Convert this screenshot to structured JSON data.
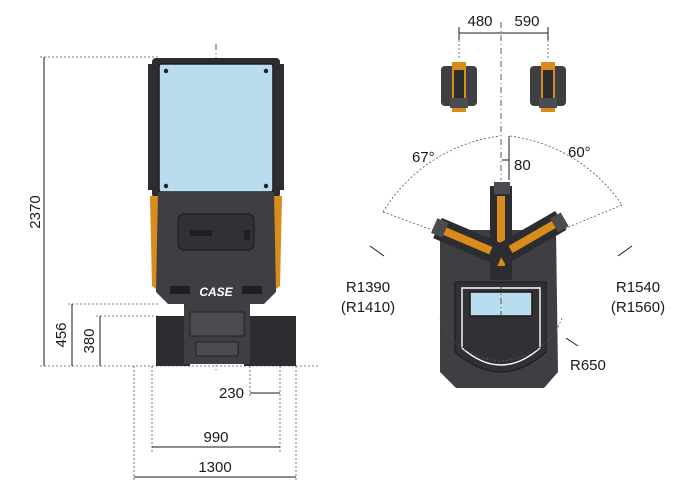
{
  "front_view": {
    "brand": "CASE",
    "dim_overall_height": "2370",
    "dim_track_height_outer": "456",
    "dim_track_height_inner": "380",
    "dim_track_width": "230",
    "dim_track_gauge": "990",
    "dim_overall_width": "1300"
  },
  "top_view": {
    "dim_offset_left": "480",
    "dim_offset_right": "590",
    "dim_boom_offset": "80",
    "angle_left": "67°",
    "angle_right": "60°",
    "radius_left": "R1390",
    "radius_left_alt": "(R1410)",
    "radius_right": "R1540",
    "radius_right_alt": "(R1560)",
    "radius_tail": "R650"
  },
  "colors": {
    "body": "#3d3f42",
    "accent_orange": "#d98b1c",
    "glass": "#b9dcef"
  }
}
